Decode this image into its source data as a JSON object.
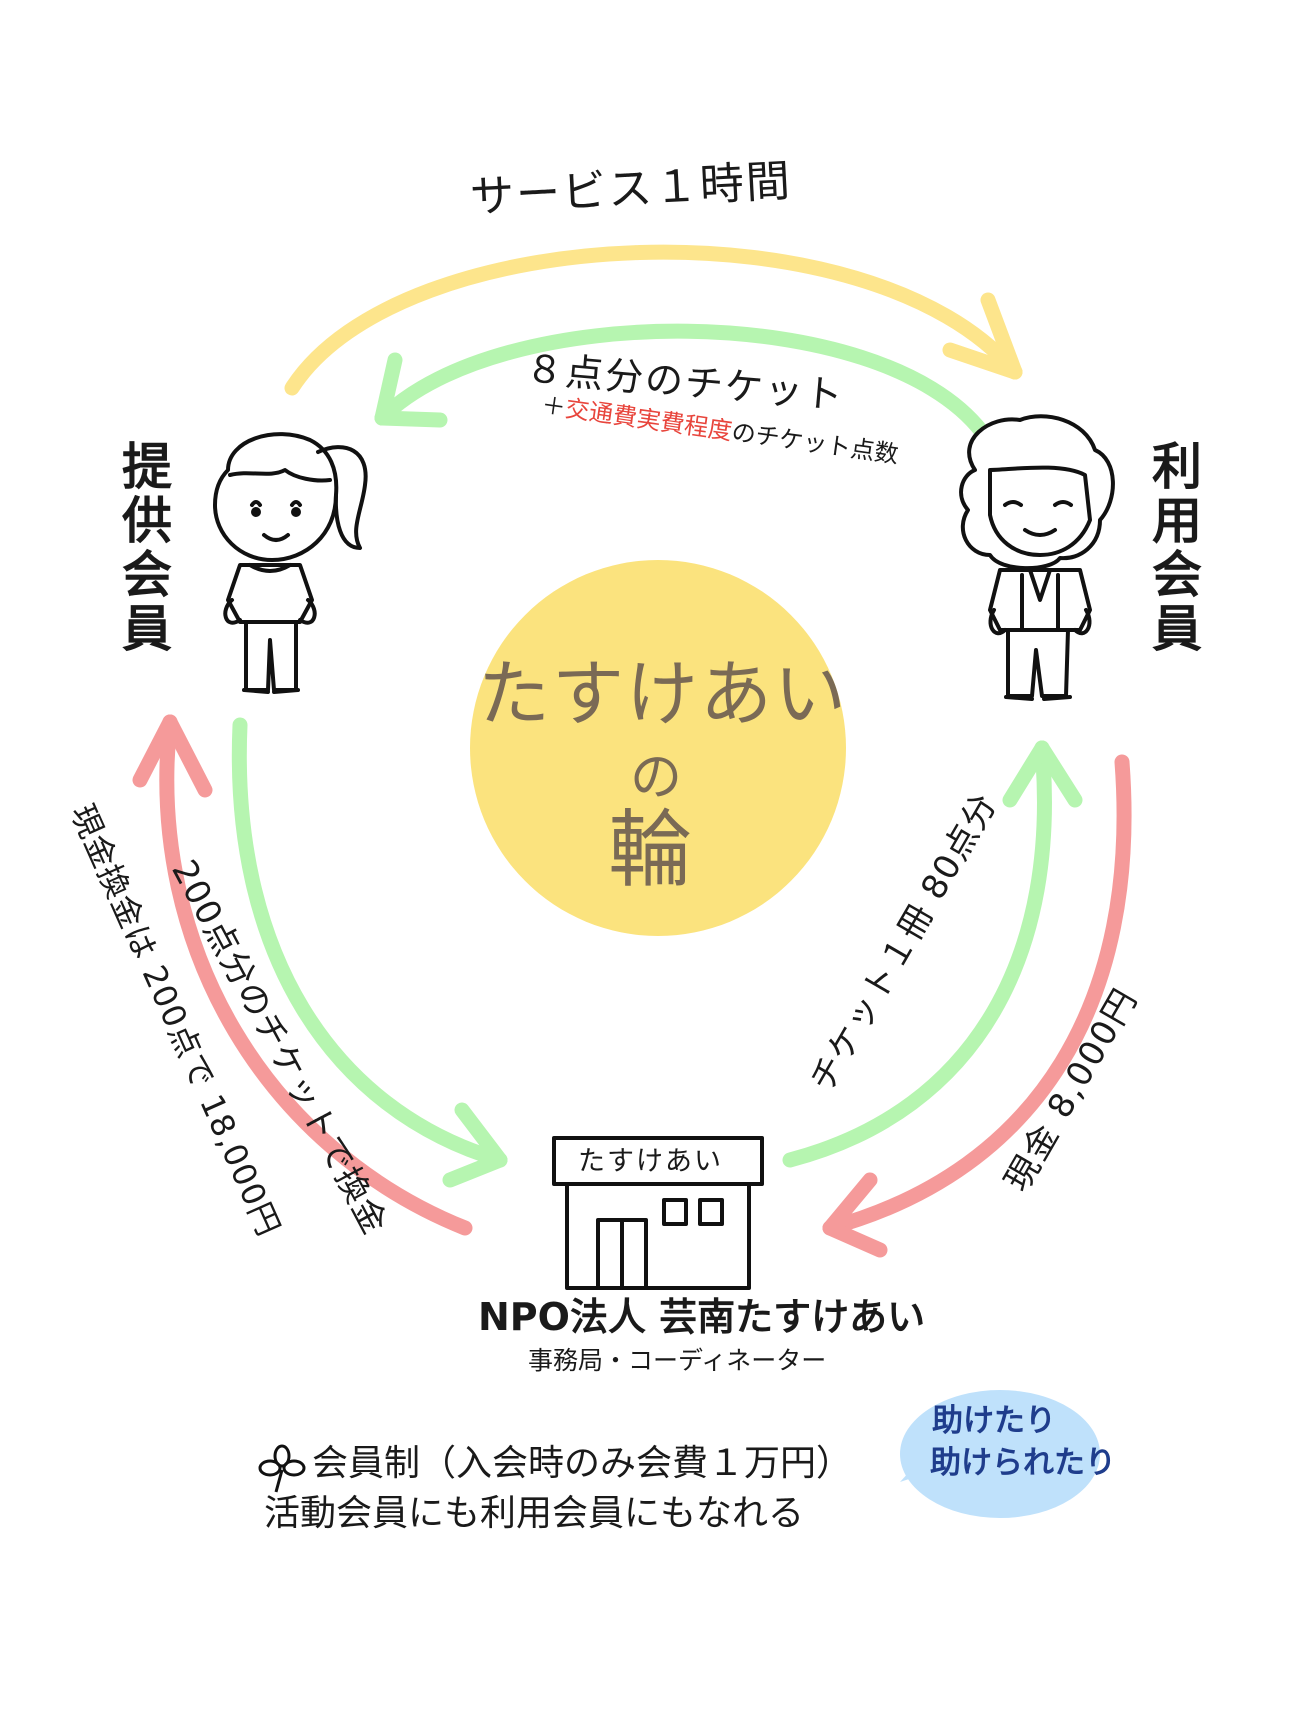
{
  "colors": {
    "yellow": "#fde58c",
    "green": "#b6f5b0",
    "red": "#f59a9a",
    "sun": "#fbe37e",
    "center_text": "#7a6a55",
    "highlight_red": "#e8453c",
    "bubble": "#bfe1fb",
    "bubble_text": "#1f3d8c"
  },
  "arrows": {
    "service": "サービス１時間",
    "ticket_8": "８点分のチケット",
    "transport_prefix": "＋",
    "transport_highlight": "交通費実費程度",
    "transport_suffix": "のチケット点数",
    "exchange_200": "200点分のチケットで換金",
    "cash_exchange": "現金換金は 200点で 18,000円",
    "ticket_book": "チケット１冊 80点分",
    "cash_8000": "現金 8,000円"
  },
  "roles": {
    "provider": "提供会員",
    "user": "利用会員"
  },
  "center": {
    "line1": "たすけあい",
    "line2": "の",
    "line3": "輪"
  },
  "office": {
    "sign": "たすけあい",
    "name": "NPO法人 芸南たすけあい",
    "sub": "事務局・コーディネーター"
  },
  "footer": {
    "line1": "会員制（入会時のみ会費１万円）",
    "line2": "活動会員にも利用会員にもなれる",
    "bubble1": "助けたり",
    "bubble2": "助けられたり"
  },
  "icons": [
    "provider-person-icon",
    "user-elder-icon",
    "office-building-icon",
    "clover-icon"
  ]
}
